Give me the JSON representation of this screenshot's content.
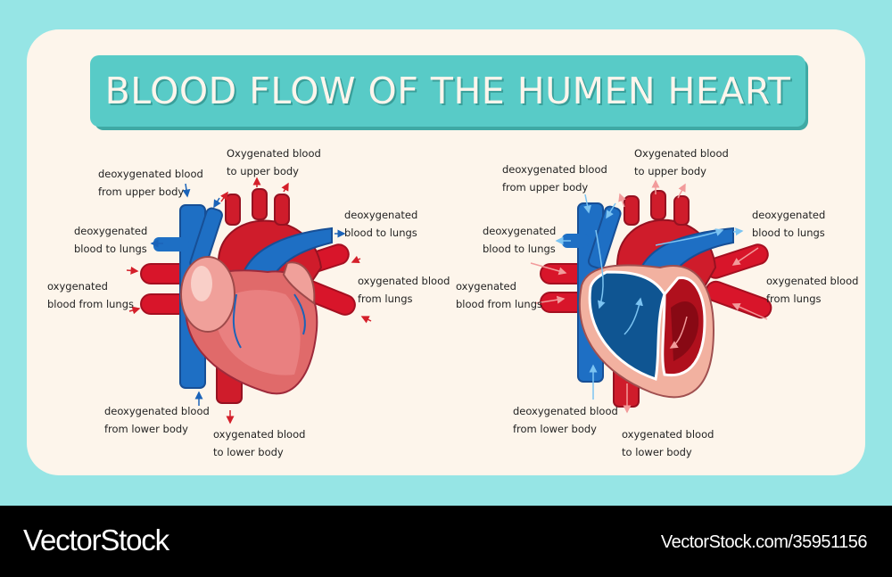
{
  "title": "BLOOD FLOW OF THE HUMEN HEART",
  "colors": {
    "background": "#96e5e5",
    "card": "#fdf5eb",
    "banner": "#58cbc7",
    "banner_shadow": "#3fa9a4",
    "oxygenated": "#d41f2a",
    "deoxygenated": "#1b63b8",
    "heart_muscle": "#e06a6a"
  },
  "left_diagram": {
    "name": "External heart view",
    "labels": {
      "deoxy_from_upper_1": "deoxygenated blood",
      "deoxy_from_upper_2": "from upper body",
      "oxy_to_upper_1": "Oxygenated blood",
      "oxy_to_upper_2": "to upper body",
      "deoxy_to_lungs_left_1": "deoxygenated",
      "deoxy_to_lungs_left_2": "blood to lungs",
      "deoxy_to_lungs_right_1": "deoxygenated",
      "deoxy_to_lungs_right_2": "blood to lungs",
      "oxy_from_lungs_left_1": "oxygenated",
      "oxy_from_lungs_left_2": "blood from lungs",
      "oxy_from_lungs_right_1": "oxygenated blood",
      "oxy_from_lungs_right_2": "from lungs",
      "deoxy_from_lower_1": "deoxygenated blood",
      "deoxy_from_lower_2": "from lower body",
      "oxy_to_lower_1": "oxygenated blood",
      "oxy_to_lower_2": "to lower body"
    }
  },
  "right_diagram": {
    "name": "Cross-section heart view",
    "labels": {
      "deoxy_from_upper_1": "deoxygenated blood",
      "deoxy_from_upper_2": "from upper body",
      "oxy_to_upper_1": "Oxygenated blood",
      "oxy_to_upper_2": "to upper body",
      "deoxy_to_lungs_left_1": "deoxygenated",
      "deoxy_to_lungs_left_2": "blood to lungs",
      "deoxy_to_lungs_right_1": "deoxygenated",
      "deoxy_to_lungs_right_2": "blood to lungs",
      "oxy_from_lungs_left_1": "oxygenated",
      "oxy_from_lungs_left_2": "blood from lungs",
      "oxy_from_lungs_right_1": "oxygenated blood",
      "oxy_from_lungs_right_2": "from lungs",
      "deoxy_from_lower_1": "deoxygenated blood",
      "deoxy_from_lower_2": "from lower body",
      "oxy_to_lower_1": "oxygenated blood",
      "oxy_to_lower_2": "to lower body"
    }
  },
  "footer": {
    "brand": "VectorStock",
    "url": "VectorStock.com/35951156"
  }
}
